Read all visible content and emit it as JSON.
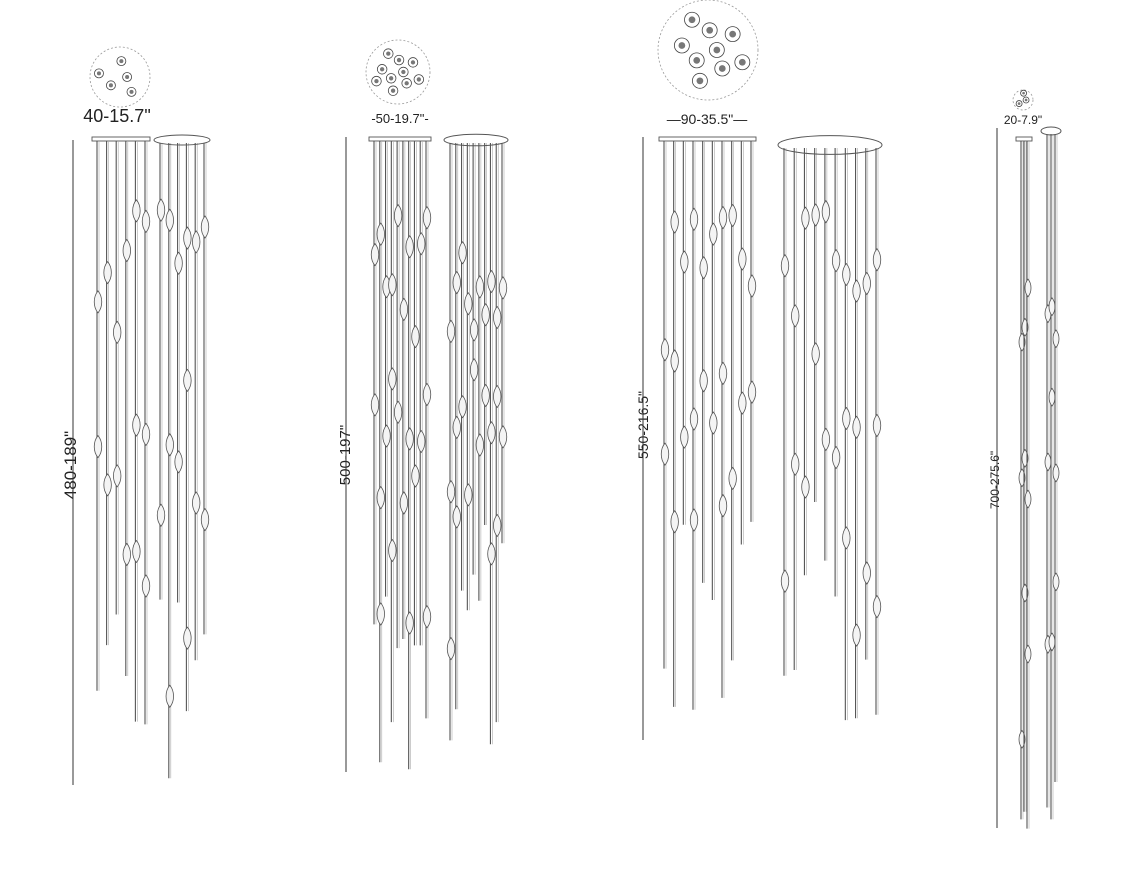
{
  "colors": {
    "line": "#555555",
    "text": "#222222",
    "plan_outline": "#999999"
  },
  "chandeliers": [
    {
      "width_label": "40-15.7\"",
      "height_label": "480-189\"",
      "pendant_count": 5
    },
    {
      "width_label": "-50-19.7\"-",
      "height_label": "500-197\"",
      "pendant_count": 10
    },
    {
      "width_label": "—90-35.5\"—",
      "height_label": "550-216.5\"",
      "pendant_count": 9
    },
    {
      "width_label": "20-7.9\"",
      "height_label": "700-275.6\"",
      "pendant_count": 3
    }
  ]
}
